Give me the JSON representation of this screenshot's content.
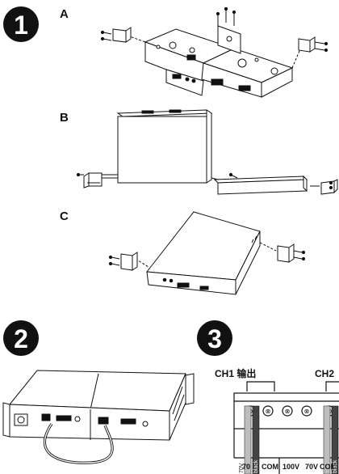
{
  "steps": [
    {
      "number": "1",
      "shape": "filled-circle"
    },
    {
      "number": "2",
      "shape": "filled-circle"
    },
    {
      "number": "3",
      "shape": "filled-circle"
    }
  ],
  "section_labels": [
    "A",
    "B",
    "C"
  ],
  "terminal": {
    "ch1_label": "CH1 输出",
    "ch2_label": "CH2 ",
    "terminal_labels": [
      "70",
      "COM",
      "100V",
      "70V",
      "COM"
    ],
    "wire_labels": [
      "70V",
      "black",
      "black"
    ]
  },
  "colors": {
    "ink": "#111111",
    "paper": "#ffffff",
    "wire_grey": "#9a9a9a",
    "wire_dark": "#555555"
  }
}
